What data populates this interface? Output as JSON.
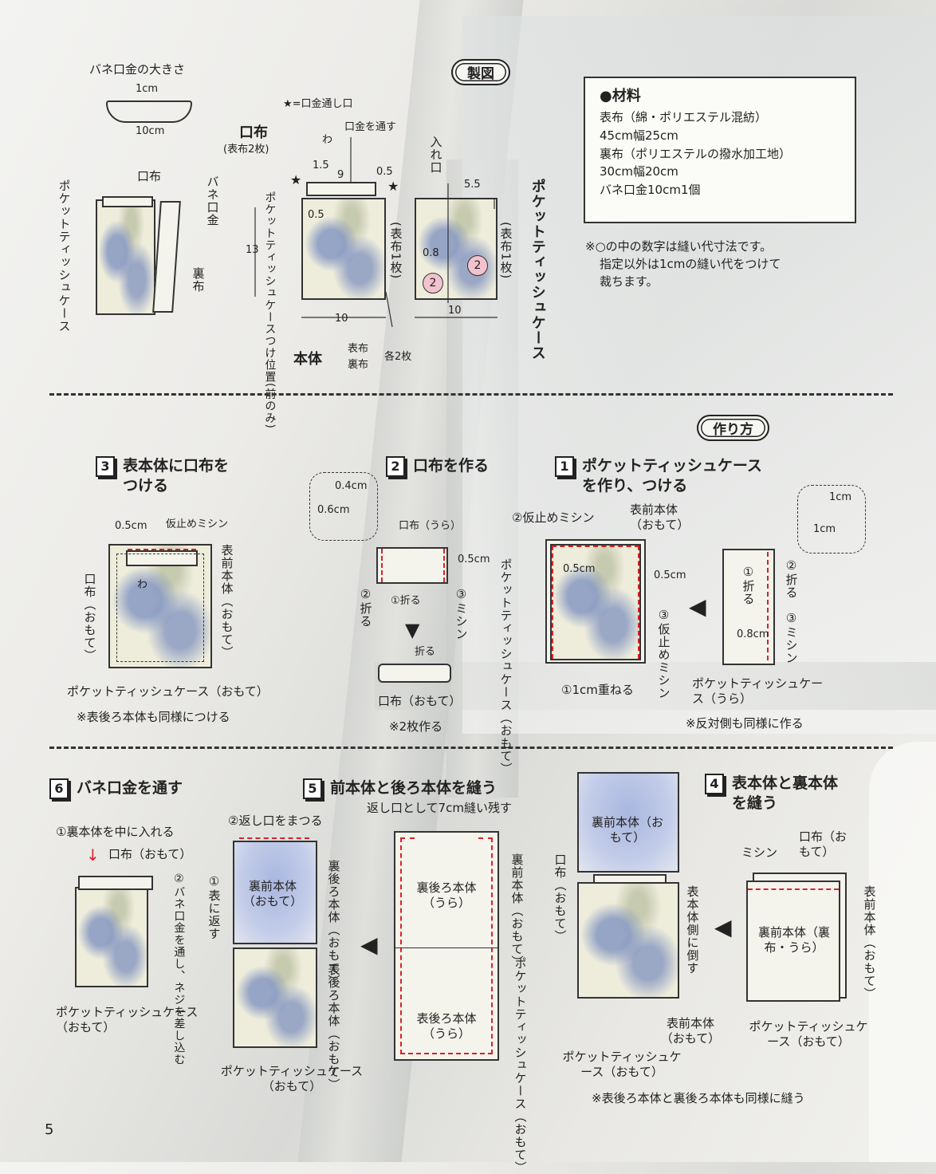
{
  "header": {
    "cutting_label": "製図",
    "howto_label": "作り方",
    "page_number": "5"
  },
  "frame_size": {
    "title": "バネ口金の大きさ",
    "dim_1": "1cm",
    "dim_2": "10cm"
  },
  "assembly": {
    "label_pocket": "ポケットティッシュケース",
    "label_kuchinuno": "口布",
    "label_bane": "バネ口金",
    "label_urano": "裏布"
  },
  "pattern": {
    "star_note": "★=口金通し口",
    "kuchinuno_title": "口布",
    "kuchinuno_sub": "(表布2枚)",
    "wa": "わ",
    "kuchigane": "口金を通す",
    "d15": "1.5",
    "d9": "9",
    "d05a": "0.5",
    "d05b": "0.5",
    "d13": "13",
    "d10a": "10",
    "d10b": "10",
    "d55": "5.5",
    "d08": "0.8",
    "pos_label": "ポケットティッシュケースつけ位置(前のみ)",
    "ireguchi": "入れ口",
    "hyofu1a": "(表布1枚)",
    "hyofu1b": "(表布1枚)",
    "pocket_title": "ポケットティッシュケース",
    "hontai": "本体",
    "hyofu": "表布",
    "urafu": "裏布",
    "kaku2": "各2枚",
    "circle2": "2"
  },
  "materials": {
    "title": "●材料",
    "lines": [
      "表布（綿・ポリエステル混紡）",
      "45cm幅25cm",
      "裏布（ポリエステルの撥水加工地）",
      "30cm幅20cm",
      "バネ口金10cm1個"
    ]
  },
  "note": {
    "lines": [
      "※○の中の数字は縫い代寸法です。",
      "指定以外は1cmの縫い代をつけて",
      "裁ちます。"
    ]
  },
  "steps": {
    "s1": {
      "num": "1",
      "title_1": "ポケットティッシュケース",
      "title_2": "を作り、つける",
      "dim_1cm": "1cm",
      "dim_1cm_b": "1cm",
      "fold2": "②折る",
      "fold1": "①折る",
      "sew3": "③ミシン",
      "d08": "0.8cm",
      "case_ura": "ポケットティッシュケース（うら）",
      "note": "※反対側も同様に作る",
      "kari": "②仮止めミシン",
      "omote_front": "表前本体（おもて）",
      "d05a": "0.5cm",
      "d05b": "0.5cm",
      "pocket_omote": "ポケットティッシュケース（おもて）",
      "kari3": "③仮止めミシン",
      "overlap": "①1cm重ねる"
    },
    "s2": {
      "num": "2",
      "title": "口布を作る",
      "d04": "0.4cm",
      "d06": "0.6cm",
      "ura": "口布（うら）",
      "d05": "0.5cm",
      "fold1": "①折る",
      "fold2": "②折る",
      "sew3": "③ミシン",
      "fold": "折る",
      "omote": "口布（おもて）",
      "note": "※2枚作る"
    },
    "s3": {
      "num": "3",
      "title_1": "表本体に口布を",
      "title_2": "つける",
      "d05": "0.5cm",
      "kari": "仮止めミシン",
      "kuchinuno": "口布（おもて）",
      "wa": "わ",
      "front": "表前本体（おもて）",
      "pocket": "ポケットティッシュケース（おもて）",
      "note": "※表後ろ本体も同様につける"
    },
    "s4": {
      "num": "4",
      "title_1": "表本体と裏本体",
      "title_2": "を縫う",
      "mishin": "ミシン",
      "kuchinuno": "口布（おもて）",
      "ura_front": "裏前本体（裏布・うら）",
      "front_omote": "表前本体（おもて）",
      "pocket": "ポケットティッシュケース（おもて）",
      "ura_front_omote": "裏前本体（おもて）",
      "kuchinuno2": "口布（おもて）",
      "taosu": "表本体側に倒す",
      "hyo_front": "表前本体（おもて）",
      "pocket2": "ポケットティッシュケース（おもて）",
      "note": "※表後ろ本体と裏後ろ本体も同様に縫う"
    },
    "s5": {
      "num": "5",
      "title": "前本体と後ろ本体を縫う",
      "gap": "返し口として7cm縫い残す",
      "ura_back": "裏後ろ本体（うら）",
      "hyo_back": "表後ろ本体（うら）",
      "ura_front": "裏前本体（おもて）",
      "pocket": "ポケットティッシュケース（おもて）"
    },
    "s6": {
      "num": "6",
      "title": "バネ口金を通す",
      "a1": "①裏本体を中に入れる",
      "kuchinuno": "口布（おもて）",
      "a2": "②バネ口金を通し、ネジを差し込む",
      "pocket": "ポケットティッシュケース（おもて）",
      "b2": "②返し口をまつる",
      "b1": "①表に返す",
      "ura_front": "裏前本体（おもて）",
      "ura_back": "裏後ろ本体（おもて）",
      "hyo_back": "表後ろ本体（おもて）",
      "pocket2": "ポケットティッシュケース（おもて）"
    }
  }
}
